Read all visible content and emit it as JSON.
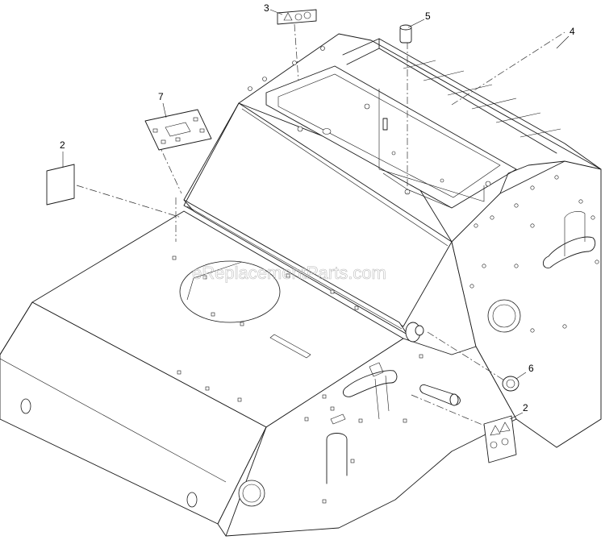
{
  "watermark": "eReplacementParts.com",
  "callouts": [
    {
      "id": "c2a",
      "label": "2"
    },
    {
      "id": "c2b",
      "label": "2"
    },
    {
      "id": "c3",
      "label": "3"
    },
    {
      "id": "c4",
      "label": "4"
    },
    {
      "id": "c5",
      "label": "5"
    },
    {
      "id": "c6",
      "label": "6"
    },
    {
      "id": "c7",
      "label": "7"
    }
  ],
  "colors": {
    "line": "#1a1a1a",
    "watermark": "#bdbdbd",
    "background": "#ffffff"
  }
}
